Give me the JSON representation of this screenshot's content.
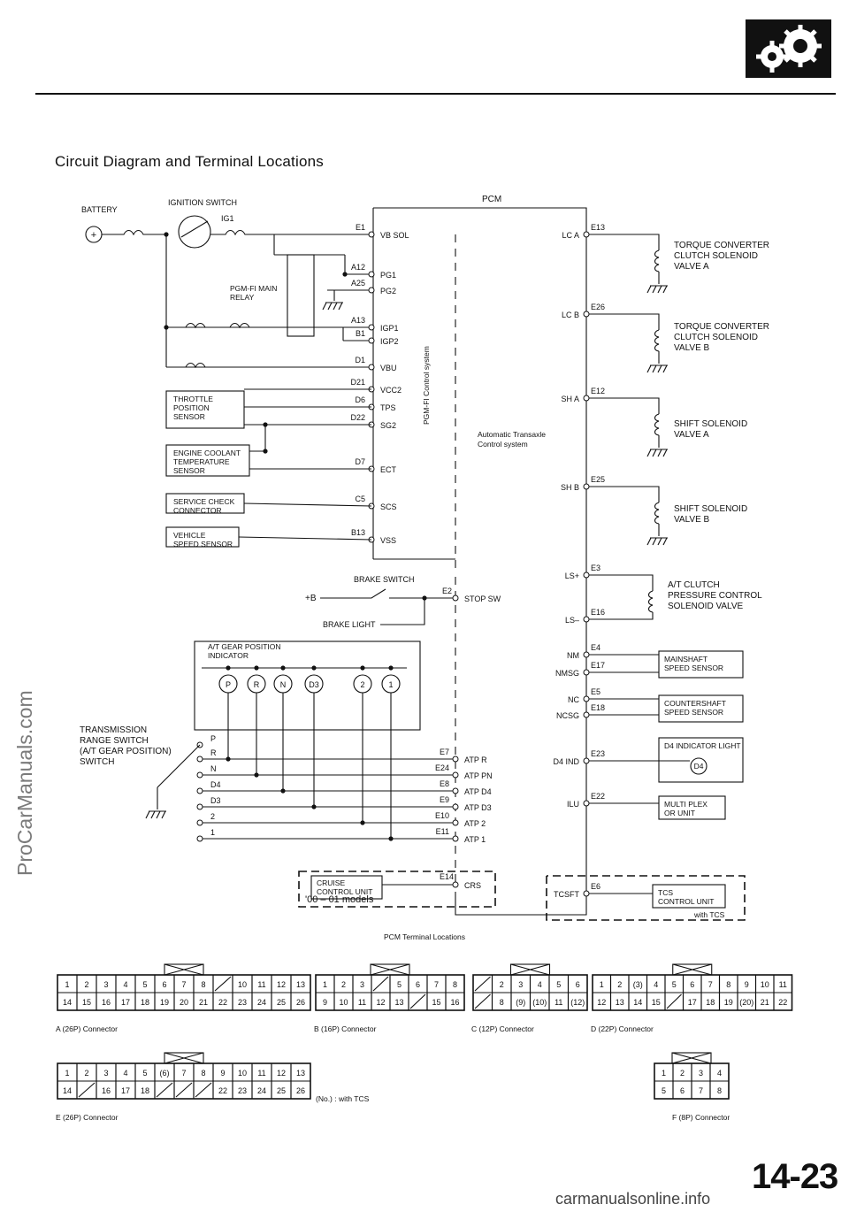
{
  "header": {
    "logo_icon": "gears-icon"
  },
  "page_title": "Circuit Diagram and Terminal Locations",
  "watermark": "ProCarManuals.com",
  "footer_watermark": "carmanualsonline.info",
  "page_number": "14-23",
  "diagram": {
    "pcm_label": "PCM",
    "battery": "BATTERY",
    "ignition_switch": "IGNITION SWITCH",
    "ig1": "IG1",
    "main_relay": [
      "PGM-FI MAIN",
      "RELAY"
    ],
    "pgm_fi_system": "PGM-FI Control system",
    "at_system": [
      "Automatic Transaxle",
      "Control system"
    ],
    "left_pins": [
      {
        "pin": "E1",
        "name": "VB SOL"
      },
      {
        "pin": "A12",
        "name": "PG1"
      },
      {
        "pin": "A25",
        "name": "PG2"
      },
      {
        "pin": "A13",
        "name": "IGP1"
      },
      {
        "pin": "B1",
        "name": "IGP2"
      },
      {
        "pin": "D1",
        "name": "VBU"
      },
      {
        "pin": "D21",
        "name": "VCC2"
      },
      {
        "pin": "D6",
        "name": "TPS"
      },
      {
        "pin": "D22",
        "name": "SG2"
      },
      {
        "pin": "D7",
        "name": "ECT"
      },
      {
        "pin": "C5",
        "name": "SCS"
      },
      {
        "pin": "B13",
        "name": "VSS"
      }
    ],
    "sensors": [
      [
        "THROTTLE",
        "POSITION",
        "SENSOR"
      ],
      [
        "ENGINE COOLANT",
        "TEMPERATURE",
        "SENSOR"
      ],
      [
        "SERVICE CHECK",
        "CONNECTOR"
      ],
      [
        "VEHICLE",
        "SPEED SENSOR"
      ]
    ],
    "brake_switch": "BRAKE SWITCH",
    "plus_b": "+B",
    "brake_light": "BRAKE LIGHT",
    "stop_sw": {
      "pin": "E2",
      "name": "STOP SW"
    },
    "gear_indicator": [
      "A/T GEAR POSITION",
      "INDICATOR"
    ],
    "gear_lamps": [
      "P",
      "R",
      "N",
      "D3",
      "2",
      "1"
    ],
    "trans_range": [
      "TRANSMISSION",
      "RANGE SWITCH",
      "(A/T GEAR POSITION)",
      "SWITCH"
    ],
    "range_positions": [
      "P",
      "R",
      "N",
      "D4",
      "D3",
      "2",
      "1"
    ],
    "atp_pins": [
      {
        "pin": "E7",
        "name": "ATP R"
      },
      {
        "pin": "E24",
        "name": "ATP PN"
      },
      {
        "pin": "E8",
        "name": "ATP D4"
      },
      {
        "pin": "E9",
        "name": "ATP D3"
      },
      {
        "pin": "E10",
        "name": "ATP 2"
      },
      {
        "pin": "E11",
        "name": "ATP 1"
      }
    ],
    "cruise": {
      "box": [
        "CRUISE",
        "CONTROL UNIT"
      ],
      "pin": "E14",
      "name": "CRS",
      "note": "'00 – 01 models"
    },
    "right_pins": [
      {
        "name": "LC A",
        "pin": "E13"
      },
      {
        "name": "LC B",
        "pin": "E26"
      },
      {
        "name": "SH A",
        "pin": "E12"
      },
      {
        "name": "SH B",
        "pin": "E25"
      },
      {
        "name": "LS+",
        "pin": "E3"
      },
      {
        "name": "LS–",
        "pin": "E16"
      },
      {
        "name": "NM",
        "pin": "E4"
      },
      {
        "name": "NMSG",
        "pin": "E17"
      },
      {
        "name": "NC",
        "pin": "E5"
      },
      {
        "name": "NCSG",
        "pin": "E18"
      },
      {
        "name": "D4 IND",
        "pin": "E23"
      },
      {
        "name": "ILU",
        "pin": "E22"
      },
      {
        "name": "TCSFT",
        "pin": "E6"
      }
    ],
    "solenoids": [
      [
        "TORQUE CONVERTER",
        "CLUTCH SOLENOID",
        "VALVE A"
      ],
      [
        "TORQUE CONVERTER",
        "CLUTCH SOLENOID",
        "VALVE B"
      ],
      [
        "SHIFT SOLENOID",
        "VALVE A"
      ],
      [
        "SHIFT SOLENOID",
        "VALVE B"
      ],
      [
        "A/T CLUTCH",
        "PRESSURE CONTROL",
        "SOLENOID VALVE"
      ]
    ],
    "right_boxes": [
      [
        "MAINSHAFT",
        "SPEED SENSOR"
      ],
      [
        "COUNTERSHAFT",
        "SPEED SENSOR"
      ],
      [
        "D4 INDICATOR LIGHT"
      ],
      [
        "MULTI PLEX",
        "OR UNIT"
      ],
      [
        "TCS",
        "CONTROL UNIT"
      ]
    ],
    "d4_lamp": "D4",
    "with_tcs": "with TCS"
  },
  "terminal_section": {
    "caption": "PCM Terminal Locations",
    "connectors": [
      {
        "label": "A (26P) Connector",
        "rows": [
          [
            "1",
            "2",
            "3",
            "4",
            "5",
            "6",
            "7",
            "8",
            "/",
            "10",
            "11",
            "12",
            "13"
          ],
          [
            "14",
            "15",
            "16",
            "17",
            "18",
            "19",
            "20",
            "21",
            "22",
            "23",
            "24",
            "25",
            "26"
          ]
        ]
      },
      {
        "label": "B (16P) Connector",
        "rows": [
          [
            "1",
            "2",
            "3",
            "/",
            "5",
            "6",
            "7",
            "8"
          ],
          [
            "9",
            "10",
            "11",
            "12",
            "13",
            "/",
            "15",
            "16"
          ]
        ]
      },
      {
        "label": "C (12P) Connector",
        "rows": [
          [
            "/",
            "2",
            "3",
            "4",
            "5",
            "6"
          ],
          [
            "/",
            "8",
            "(9)",
            "(10)",
            "11",
            "(12)"
          ]
        ]
      },
      {
        "label": "D (22P) Connector",
        "rows": [
          [
            "1",
            "2",
            "(3)",
            "4",
            "5",
            "6",
            "7",
            "8",
            "9",
            "10",
            "11"
          ],
          [
            "12",
            "13",
            "14",
            "15",
            "/",
            "17",
            "18",
            "19",
            "(20)",
            "21",
            "22"
          ]
        ]
      },
      {
        "label": "E (26P) Connector",
        "rows": [
          [
            "1",
            "2",
            "3",
            "4",
            "5",
            "(6)",
            "7",
            "8",
            "9",
            "10",
            "11",
            "12",
            "13"
          ],
          [
            "14",
            "/",
            "16",
            "17",
            "18",
            "/",
            "/",
            "/",
            "22",
            "23",
            "24",
            "25",
            "26"
          ]
        ]
      },
      {
        "label": "F (8P) Connector",
        "rows": [
          [
            "1",
            "2",
            "3",
            "4"
          ],
          [
            "5",
            "6",
            "7",
            "8"
          ]
        ]
      }
    ],
    "note": "(No.) : with TCS"
  }
}
